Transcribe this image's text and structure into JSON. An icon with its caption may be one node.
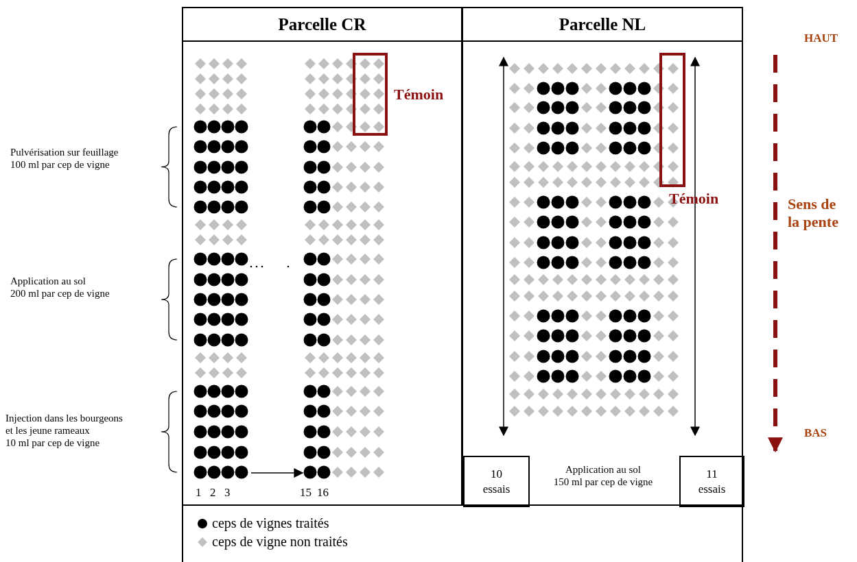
{
  "diagram": {
    "nodes": [
      {
        "text": [
          "Parcelle CR"
        ]
      },
      {
        "text": [
          "Parcelle NL"
        ]
      },
      {
        "text": [
          "Témoin"
        ],
        "in": 0
      },
      {
        "text": [
          "Témoin"
        ],
        "in": 1
      },
      {
        "text": [
          "10 essais"
        ],
        "in": 1
      },
      {
        "text": [
          "11 essais"
        ],
        "in": 1
      }
    ],
    "labels": [
      "HAUT",
      "Pulvérisation sur feuillage 100 ml par cep de vigne",
      "Application au sol 200 ml par cep de vigne",
      "Sens de la pente",
      "Injection dans les bourgeons et les jeune rameaux 10 ml par cep de vigne",
      "BAS",
      "1",
      "2",
      "3",
      "15",
      "16",
      "Application au sol 150 ml par cep de vigne"
    ],
    "legend": [
      {
        "text": "ceps de vignes traités"
      },
      {
        "text": "ceps de vigne non traités"
      }
    ]
  }
}
